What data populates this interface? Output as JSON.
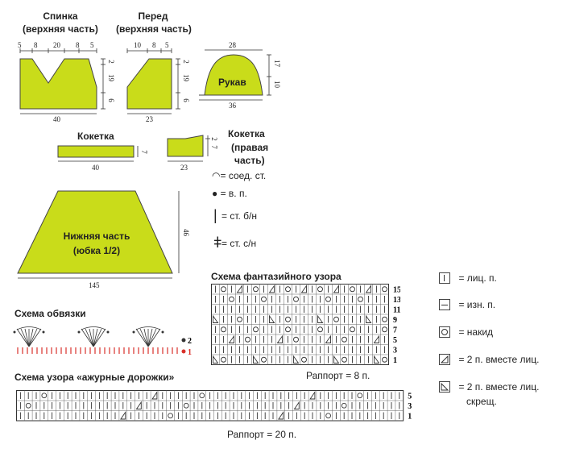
{
  "pieces": {
    "back": {
      "title1": "Спинка",
      "title2": "(верхняя часть)",
      "top_dims": [
        "5",
        "8",
        "20",
        "8",
        "5"
      ],
      "side_dims": [
        "2",
        "19",
        "6"
      ],
      "bottom": "40"
    },
    "front": {
      "title1": "Перед",
      "title2": "(верхняя часть)",
      "top_dims": [
        "10",
        "8",
        "5"
      ],
      "side_dims": [
        "2",
        "19",
        "6"
      ],
      "bottom": "23"
    },
    "sleeve": {
      "label": "Рукав",
      "top": "28",
      "bottom": "36",
      "side_dims": [
        "17",
        "10"
      ]
    },
    "yoke": {
      "title": "Кокетка",
      "bottom": "40",
      "side": "7"
    },
    "yoke_right": {
      "title1": "Кокетка",
      "title2": "(правая",
      "title3": "часть)",
      "bottom": "23",
      "side_dims": [
        "2",
        "7"
      ]
    },
    "skirt": {
      "label1": "Нижняя часть",
      "label2": "(юбка 1/2)",
      "bottom": "145",
      "side": "46"
    }
  },
  "stitch_key": {
    "items": [
      {
        "sym": "◠",
        "text": "= соед. ст."
      },
      {
        "sym": "●",
        "text": "= в. п."
      },
      {
        "sym": "|",
        "text": "= ст. б/н"
      },
      {
        "sym": "ǂ",
        "text": "= ст. с/н"
      }
    ]
  },
  "fancy": {
    "title": "Схема фантазийного узора",
    "rows": [
      "15",
      "13",
      "11",
      "9",
      "7",
      "5",
      "3",
      "1"
    ],
    "repeat": "Раппорт = 8 п."
  },
  "edging": {
    "title": "Схема обвязки",
    "rows": [
      "2",
      "1"
    ]
  },
  "lace": {
    "title": "Схема узора «ажурные дорожки»",
    "rows": [
      "5",
      "3",
      "1"
    ],
    "repeat": "Раппорт = 20 п."
  },
  "legend": {
    "items": [
      {
        "icon": "knit-icon",
        "text": "= лиц. п."
      },
      {
        "icon": "purl-icon",
        "text": "= изн. п."
      },
      {
        "icon": "yarn-over-icon",
        "text": "= накид"
      },
      {
        "icon": "k2tog-icon",
        "text": "= 2 п. вместе лиц."
      },
      {
        "icon": "ssk-icon",
        "text": "= 2 п. вместе лиц."
      }
    ],
    "extra": "скрещ."
  },
  "colors": {
    "fill": "#c9dc1a",
    "stroke": "#333333",
    "red": "#d9302a"
  }
}
